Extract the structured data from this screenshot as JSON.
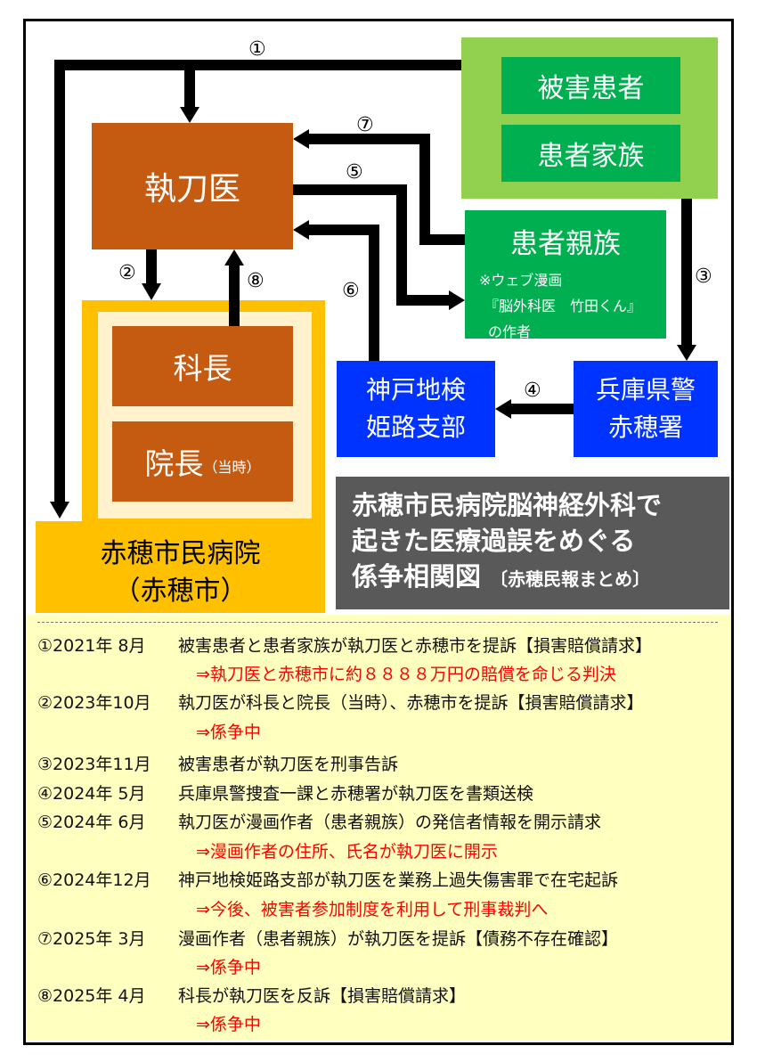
{
  "diagram": {
    "victims": {
      "patient": "被害患者",
      "family": "患者家族"
    },
    "surgeon": "執刀医",
    "relative": {
      "title": "患者親族",
      "note1": "※ウェブ漫画",
      "note2": "『脳外科医　竹田くん』",
      "note3": "の作者"
    },
    "hospital": {
      "chief": "科長",
      "director": "院長",
      "director_note": "（当時）",
      "name": "赤穂市民病院",
      "city": "（赤穂市）"
    },
    "prosecutor": {
      "line1": "神戸地検",
      "line2": "姫路支部"
    },
    "police": {
      "line1": "兵庫県警",
      "line2": "赤穂署"
    },
    "title": {
      "line1": "赤穂市民病院脳神経外科で",
      "line2": "起きた医療過誤をめぐる",
      "line3": "係争相関図",
      "source": "〔赤穂民報まとめ〕"
    },
    "arrow_labels": [
      "①",
      "②",
      "③",
      "④",
      "⑤",
      "⑥",
      "⑦",
      "⑧"
    ]
  },
  "timeline": [
    {
      "date": "①2021年 8月",
      "text": "被害患者と患者家族が執刀医と赤穂市を提訴【損害賠償請求】",
      "result": "⇒執刀医と赤穂市に約８８８８万円の賠償を命じる判決"
    },
    {
      "date": "②2023年10月",
      "text": "執刀医が科長と院長（当時）、赤穂市を提訴【損害賠償請求】",
      "result": "⇒係争中"
    },
    {
      "date": "③2023年11月",
      "text": "被害患者が執刀医を刑事告訴"
    },
    {
      "date": "④2024年 5月",
      "text": "兵庫県警捜査一課と赤穂署が執刀医を書類送検"
    },
    {
      "date": "⑤2024年 6月",
      "text": "執刀医が漫画作者（患者親族）の発信者情報を開示請求",
      "result": "⇒漫画作者の住所、氏名が執刀医に開示"
    },
    {
      "date": "⑥2024年12月",
      "text": "神戸地検姫路支部が執刀医を業務上過失傷害罪で在宅起訴",
      "result": "⇒今後、被害者参加制度を利用して刑事裁判へ"
    },
    {
      "date": "⑦2025年 3月",
      "text": "漫画作者（患者親族）が執刀医を提訴【債務不存在確認】",
      "result": "⇒係争中"
    },
    {
      "date": "⑧2025年 4月",
      "text": "科長が執刀医を反訴【損害賠償請求】",
      "result": "⇒係争中"
    }
  ],
  "colors": {
    "green_light": "#92D050",
    "green": "#00B050",
    "brown": "#C55A11",
    "orange": "#FFC000",
    "cream": "#FFF2CC",
    "blue": "#0033FF",
    "gray": "#595959",
    "red": "#FF0000",
    "yellow_bg": "#FFFFC0"
  }
}
